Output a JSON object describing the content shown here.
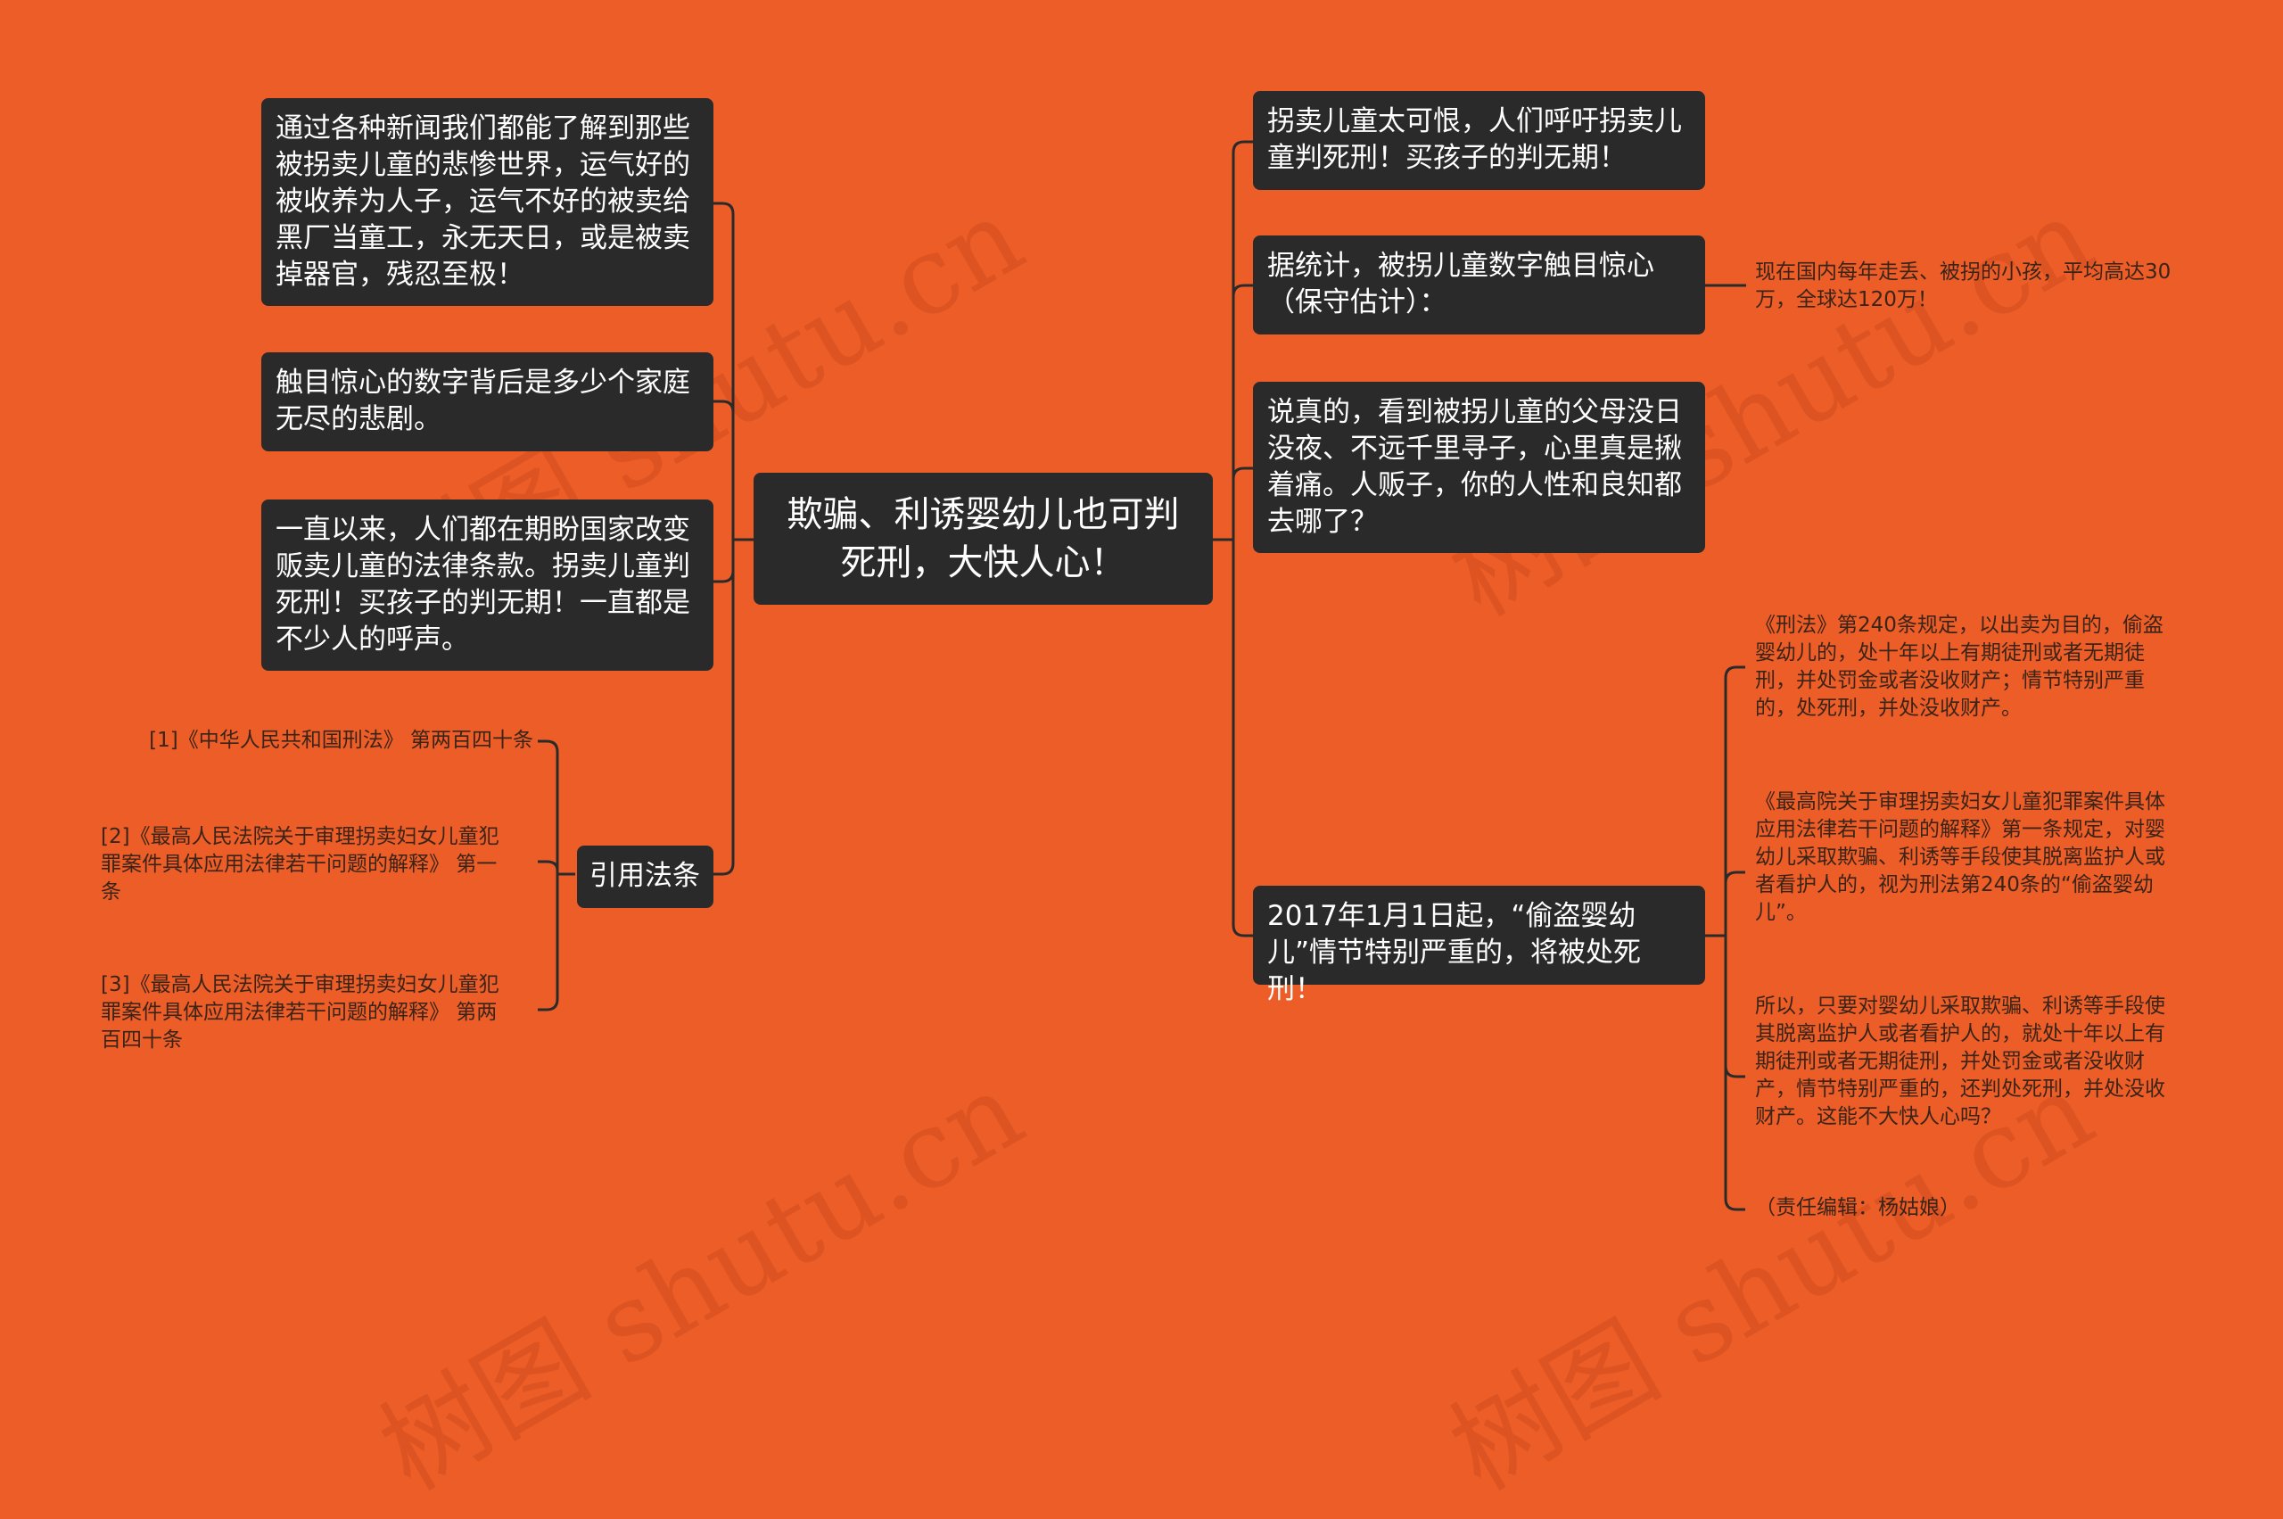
{
  "root": {
    "text": "欺骗、利诱婴幼儿也可判死刑，大快人心！"
  },
  "left": [
    {
      "text": "通过各种新闻我们都能了解到那些被拐卖儿童的悲惨世界，运气好的被收养为人子，运气不好的被卖给黑厂当童工，永无天日，或是被卖掉器官，残忍至极！"
    },
    {
      "text": "触目惊心的数字背后是多少个家庭无尽的悲剧。"
    },
    {
      "text": "一直以来，人们都在期盼国家改变贩卖儿童的法律条款。拐卖儿童判死刑！买孩子的判无期！一直都是不少人的呼声。"
    },
    {
      "text": "引用法条"
    }
  ],
  "citations": [
    {
      "text": "[1]《中华人民共和国刑法》 第两百四十条"
    },
    {
      "text": "[2]《最高人民法院关于审理拐卖妇女儿童犯罪案件具体应用法律若干问题的解释》 第一条"
    },
    {
      "text": "[3]《最高人民法院关于审理拐卖妇女儿童犯罪案件具体应用法律若干问题的解释》 第两百四十条"
    }
  ],
  "right": [
    {
      "text": "拐卖儿童太可恨，人们呼吁拐卖儿童判死刑！买孩子的判无期！"
    },
    {
      "text": "据统计，被拐儿童数字触目惊心（保守估计）："
    },
    {
      "text": "说真的，看到被拐儿童的父母没日没夜、不远千里寻子，心里真是揪着痛。人贩子，你的人性和良知都去哪了？"
    },
    {
      "text": "2017年1月1日起，“偷盗婴幼儿”情节特别严重的，将被处死刑！"
    }
  ],
  "stats_leaf": {
    "text": "现在国内每年走丢、被拐的小孩，平均高达30万，全球达120万！"
  },
  "law_leaves": [
    {
      "text": "《刑法》第240条规定，以出卖为目的，偷盗婴幼儿的，处十年以上有期徒刑或者无期徒刑，并处罚金或者没收财产；情节特别严重的，处死刑，并处没收财产。"
    },
    {
      "text": "《最高院关于审理拐卖妇女儿童犯罪案件具体应用法律若干问题的解释》第一条规定，对婴幼儿采取欺骗、利诱等手段使其脱离监护人或者看护人的，视为刑法第240条的“偷盗婴幼儿”。"
    },
    {
      "text": "所以，只要对婴幼儿采取欺骗、利诱等手段使其脱离监护人或者看护人的，就处十年以上有期徒刑或者无期徒刑，并处罚金或者没收财产，情节特别严重的，还判处死刑，并处没收财产。这能不大快人心吗？"
    },
    {
      "text": "（责任编辑：杨姑娘）"
    }
  ],
  "colors": {
    "background": "#ec5d27",
    "node": "#2a2a2a",
    "node_text": "#ffffff",
    "leaf_text": "#3a2418",
    "line": "#2a2a2a"
  }
}
